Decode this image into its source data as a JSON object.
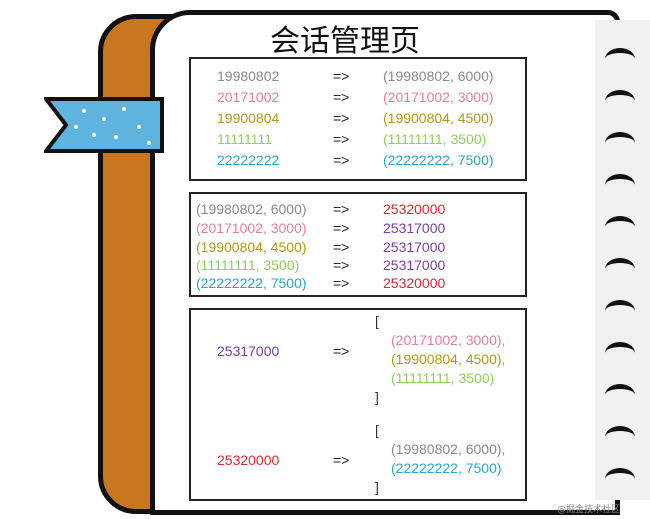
{
  "title": "会话管理页",
  "panel1": {
    "rows": [
      {
        "key": "19980802",
        "arrow": "=>",
        "value": "(19980802,  6000)"
      },
      {
        "key": "20171002",
        "arrow": "=>",
        "value": "(20171002,  3000)"
      },
      {
        "key": "19900804",
        "arrow": "=>",
        "value": "(19900804,  4500)"
      },
      {
        "key": "11111111",
        "arrow": "=>",
        "value": "(11111111,  3500)"
      },
      {
        "key": "22222222",
        "arrow": "=>",
        "value": "(22222222,  7500)"
      }
    ]
  },
  "panel2": {
    "rows": [
      {
        "key": "(19980802,  6000)",
        "arrow": "=>",
        "value": "25320000"
      },
      {
        "key": "(20171002,  3000)",
        "arrow": "=>",
        "value": "25317000"
      },
      {
        "key": "(19900804,  4500)",
        "arrow": "=>",
        "value": "25317000"
      },
      {
        "key": "(11111111,  3500)",
        "arrow": "=>",
        "value": "25317000"
      },
      {
        "key": "(22222222,  7500)",
        "arrow": "=>",
        "value": "25320000"
      }
    ]
  },
  "panel3": {
    "groups": [
      {
        "key": "25317000",
        "arrow": "=>",
        "open": "[",
        "close": "]",
        "items": [
          "(20171002,  3000),",
          "(19900804,  4500),",
          "(11111111,  3500)"
        ]
      },
      {
        "key": "25320000",
        "arrow": "=>",
        "open": "[",
        "close": "]",
        "items": [
          "(19980802,  6000),",
          "(22222222,  7500)"
        ]
      }
    ]
  },
  "watermark": "@掘金技术社区",
  "colors": {
    "gray": "#8a8a8a",
    "pink": "#e77f98",
    "olive": "#b49916",
    "green": "#8fcf5b",
    "cyan": "#27a8c9",
    "red": "#e0282b",
    "purple": "#7a3fa0",
    "spine": "#c9771f",
    "ribbon": "#5fb3df"
  }
}
